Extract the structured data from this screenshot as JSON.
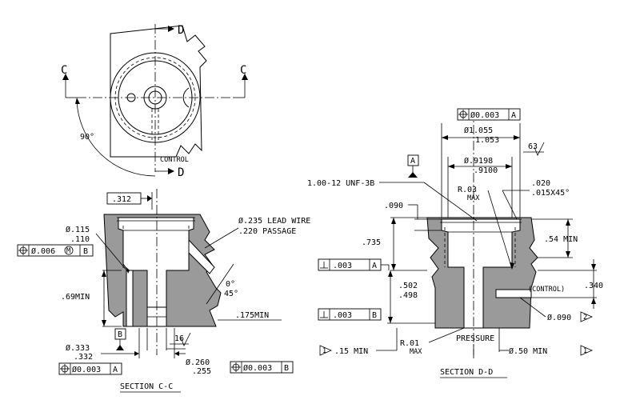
{
  "top_view": {
    "section_letter_d_top": "D",
    "section_letter_d_bottom": "D",
    "section_letter_c_left": "C",
    "section_letter_c_right": "C",
    "angle_label": "90°",
    "control_label": "CONTROL"
  },
  "section_cc": {
    "title": "SECTION C-C",
    "offset_box": ".312",
    "dia_115": "Ø.115",
    "dia_110": ".110",
    "fcf_006": "Ø.006",
    "fcf_m": "M",
    "fcf_b": "B",
    "lead_wire_1": "Ø.235 LEAD WIRE",
    "lead_wire_2": ".220 PASSAGE",
    "angle_0": "0°",
    "angle_45": "45°",
    "min_69": ".69MIN",
    "min_175": ".175MIN",
    "datum_b": "B",
    "dia_333": "Ø.333",
    "dia_332": ".332",
    "fcf_003_a": "Ø0.003",
    "fcf_a": "A",
    "finish_16": "16",
    "dia_260": "Ø.260",
    "dia_255": ".255",
    "fcf_003_b": "Ø0.003",
    "fcf_b2": "B"
  },
  "section_dd": {
    "title": "SECTION D-D",
    "top_fcf": "Ø0.003",
    "top_fcf_datum": "A",
    "dia_1055": "Ø1.055",
    "dia_1053": "1.053",
    "finish_63": "63",
    "datum_a": "A",
    "thread": "1.00-12 UNF-3B",
    "dia_9198": "Ø.9198",
    "dia_9100": ".9100",
    "r_03": "R.03",
    "max_1": "MAX",
    "chamfer_020": ".020",
    "chamfer_015": ".015X45°",
    "dim_090": ".090",
    "dim_735": ".735",
    "min_54": ".54 MIN",
    "perp_003_a": ".003",
    "perp_a": "A",
    "dim_502": ".502",
    "dim_498": ".498",
    "control": "(CONTROL)",
    "dim_340": ".340",
    "perp_003_b": ".003",
    "perp_b": "B",
    "dia_090_note": "Ø.090",
    "note_2": "2",
    "r_01": "R.01",
    "max_2": "MAX",
    "pressure": "PRESSURE",
    "note_1_left": "1",
    "min_15": ".15 MIN",
    "min_50": "Ø.50 MIN",
    "note_1_right": "1"
  }
}
